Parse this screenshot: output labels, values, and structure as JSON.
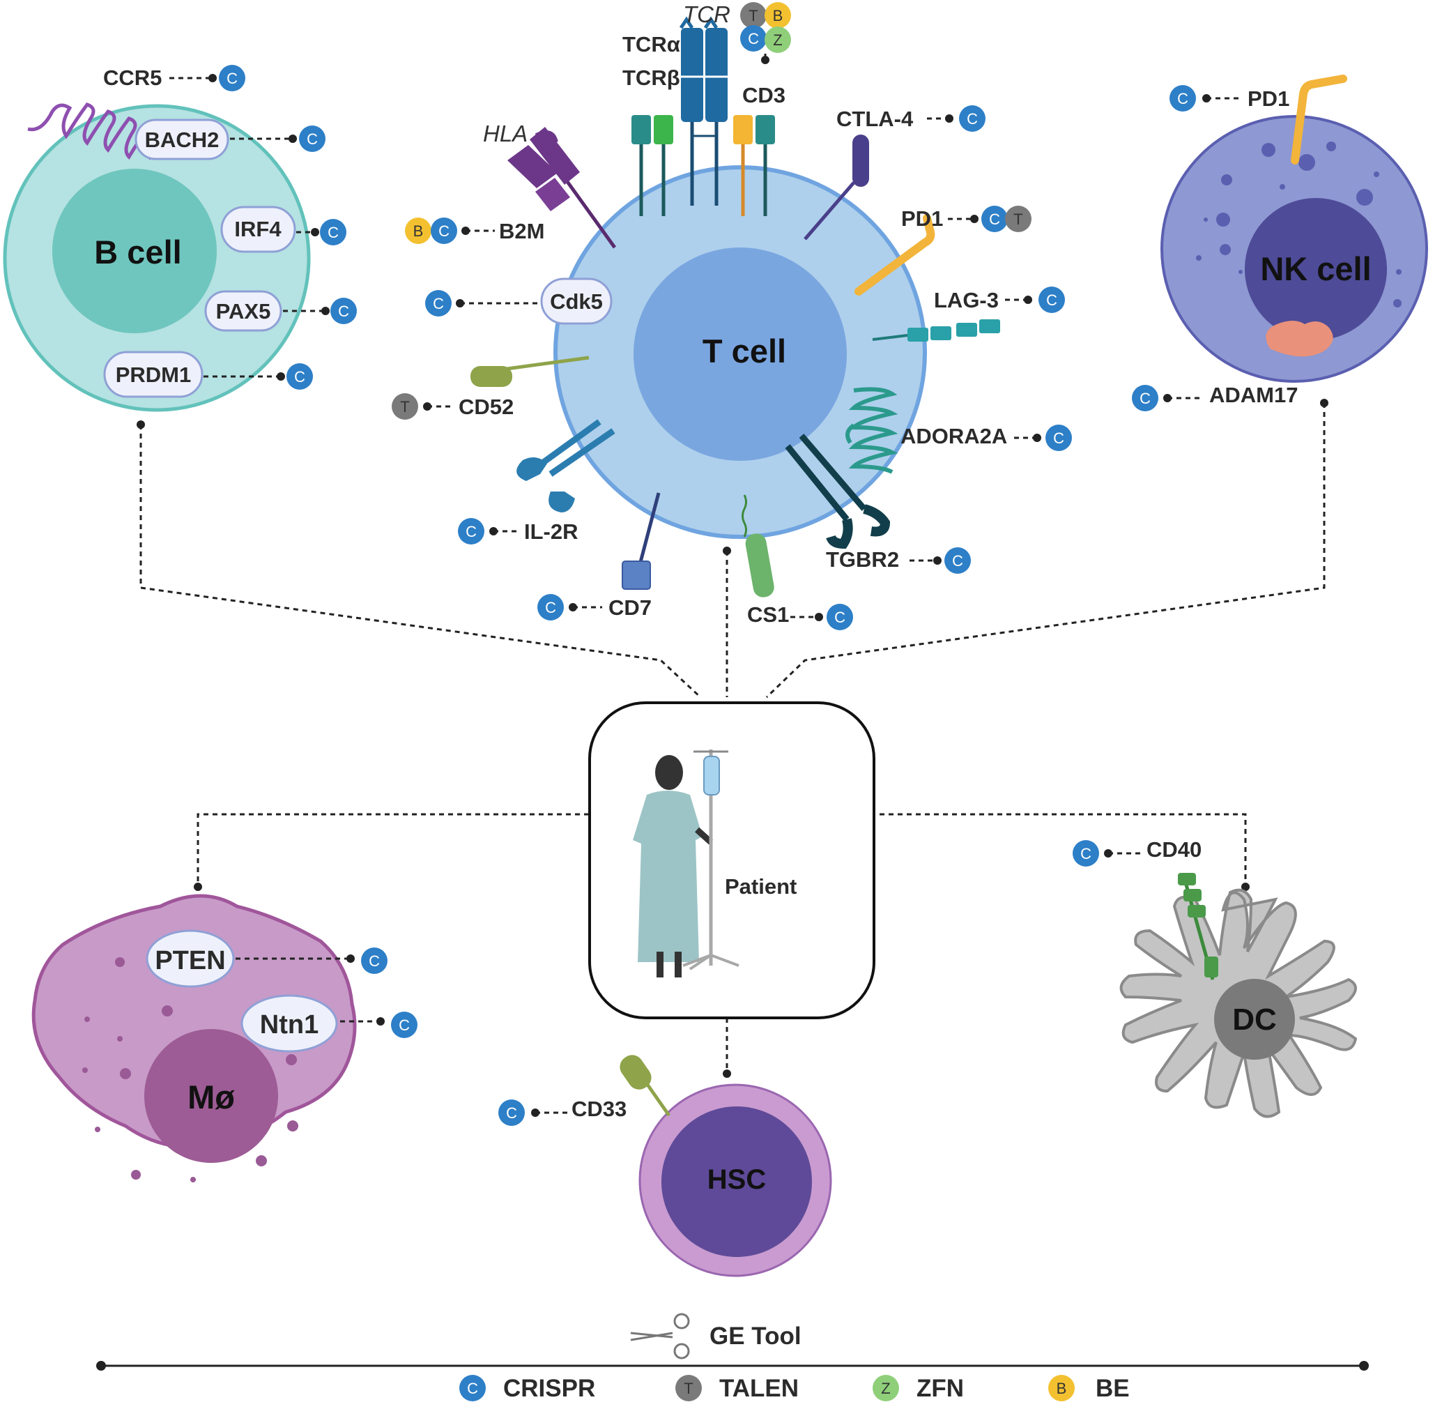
{
  "colors": {
    "crispr": "#2d7fc7",
    "talen": "#7a7a7a",
    "zfn": "#8fcf7a",
    "be": "#f3c130",
    "bcell": "#b5e2e2",
    "tcell": "#aed0ec",
    "nkcell": "#8e98d2",
    "macrophage": "#c89ac8",
    "hsc": "#5e4a98",
    "dc": "#c4c4c4"
  },
  "cells": {
    "bcell": "B cell",
    "tcell": "T cell",
    "nkcell": "NK cell",
    "macrophage": "Mø",
    "hsc": "HSC",
    "dc": "DC",
    "patient": "Patient"
  },
  "bcell_targets": {
    "ccr5": "CCR5",
    "bach2": "BACH2",
    "irf4": "IRF4",
    "pax5": "PAX5",
    "prdm1": "PRDM1"
  },
  "tcell_targets": {
    "tcr": "TCR",
    "tcra": "TCRα",
    "tcrb": "TCRβ",
    "cd3": "CD3",
    "hla": "HLA",
    "b2m": "B2M",
    "cdk5": "Cdk5",
    "cd52": "CD52",
    "il2r": "IL-2R",
    "cd7": "CD7",
    "cs1": "CS1",
    "tgbr2": "TGBR2",
    "adora2a": "ADORA2A",
    "lag3": "LAG-3",
    "pd1": "PD1",
    "ctla4": "CTLA-4"
  },
  "nk_targets": {
    "pd1": "PD1",
    "adam17": "ADAM17"
  },
  "macrophage_targets": {
    "pten": "PTEN",
    "ntn1": "Ntn1"
  },
  "hsc_targets": {
    "cd33": "CD33"
  },
  "dc_targets": {
    "cd40": "CD40"
  },
  "badges": {
    "crispr": "C",
    "talen": "T",
    "zfn": "Z",
    "be": "B"
  },
  "legend": {
    "title": "GE Tool",
    "items": [
      {
        "badge": "C",
        "label": "CRISPR"
      },
      {
        "badge": "T",
        "label": "TALEN"
      },
      {
        "badge": "Z",
        "label": "ZFN"
      },
      {
        "badge": "B",
        "label": "BE"
      }
    ]
  },
  "icons": [
    "scissors-icon",
    "patient-icon",
    "iv-drip-icon"
  ]
}
